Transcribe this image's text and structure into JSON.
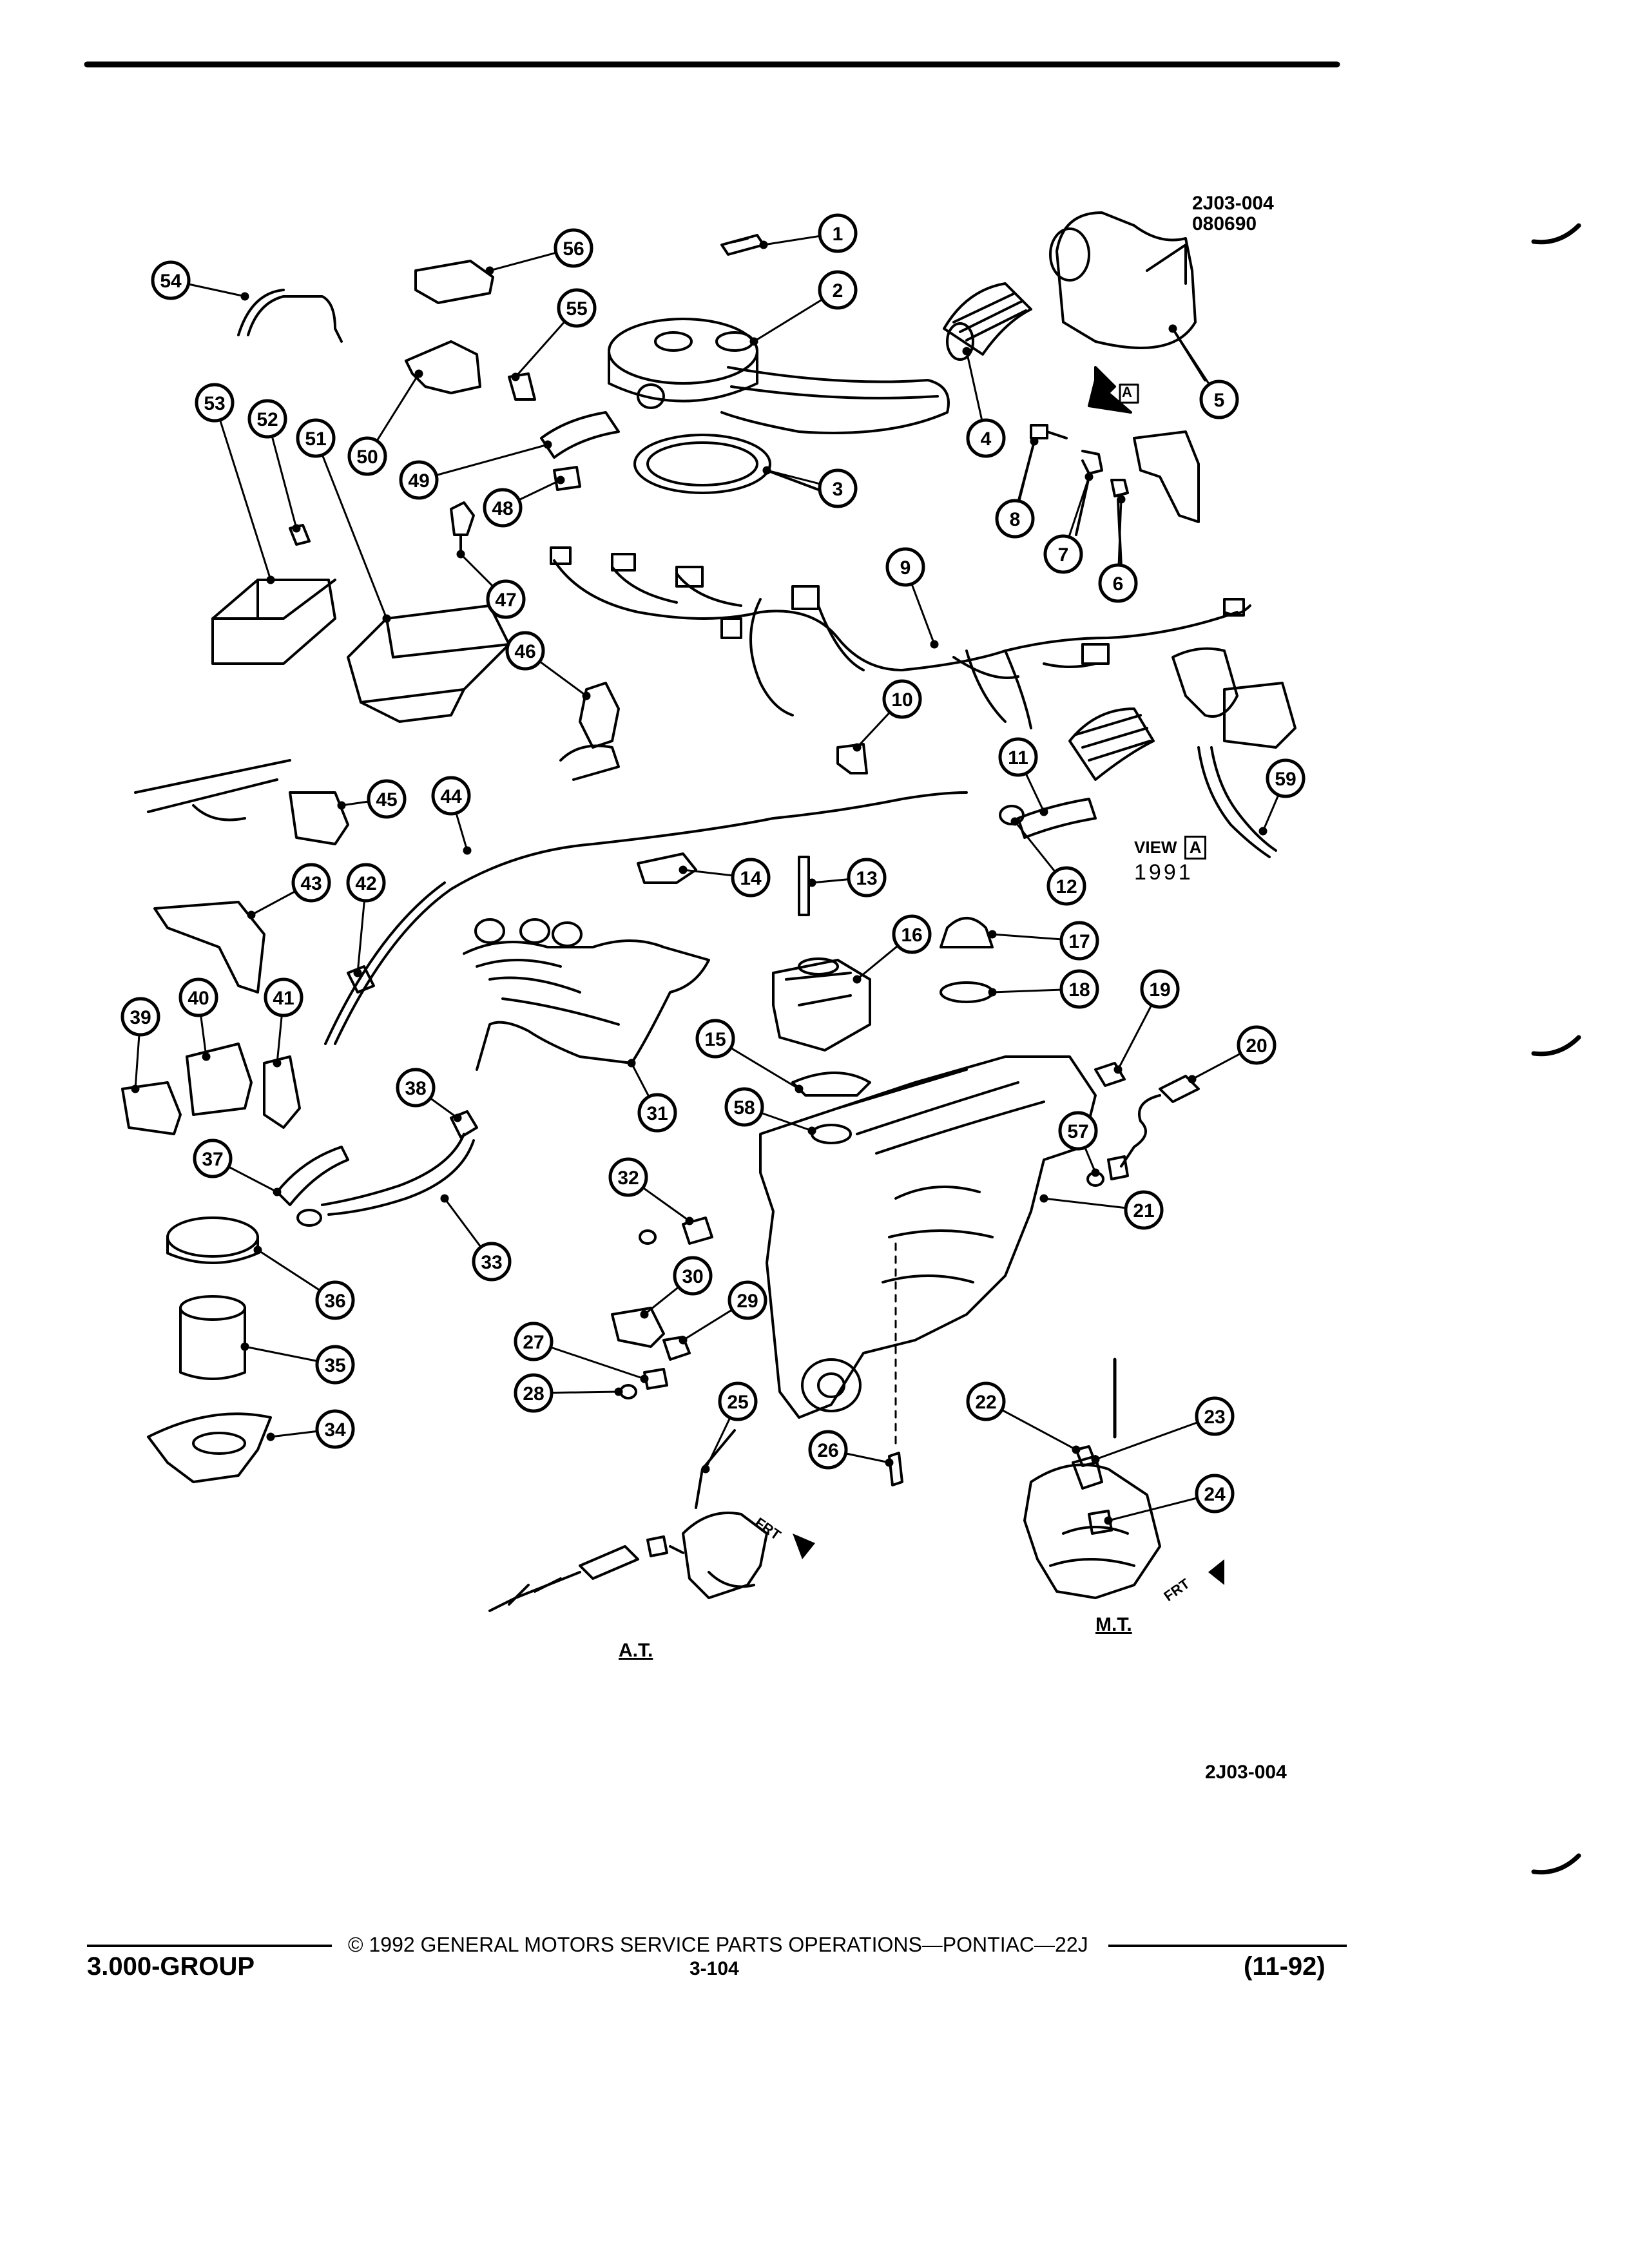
{
  "figure": {
    "code_top_1": "2J03-004",
    "code_top_2": "080690",
    "code_bottom": "2J03-004",
    "view_prefix": "VIEW",
    "view_letter": "A",
    "view_year": "1991",
    "arrow_view_letter": "A",
    "label_at": "A.T.",
    "label_mt": "M.T.",
    "frt": "FRT"
  },
  "callouts": [
    "1",
    "2",
    "3",
    "4",
    "5",
    "6",
    "7",
    "8",
    "9",
    "10",
    "11",
    "12",
    "13",
    "14",
    "15",
    "16",
    "17",
    "18",
    "19",
    "20",
    "21",
    "22",
    "23",
    "24",
    "25",
    "26",
    "27",
    "28",
    "29",
    "30",
    "31",
    "32",
    "33",
    "34",
    "35",
    "36",
    "37",
    "38",
    "39",
    "40",
    "41",
    "42",
    "43",
    "44",
    "45",
    "46",
    "47",
    "48",
    "49",
    "50",
    "51",
    "52",
    "53",
    "54",
    "55",
    "56",
    "57",
    "58",
    "59"
  ],
  "footer": {
    "copyright": "© 1992 GENERAL MOTORS SERVICE PARTS OPERATIONS—PONTIAC—22J",
    "group": "3.000-GROUP",
    "page": "3-104",
    "date": "(11-92)"
  }
}
